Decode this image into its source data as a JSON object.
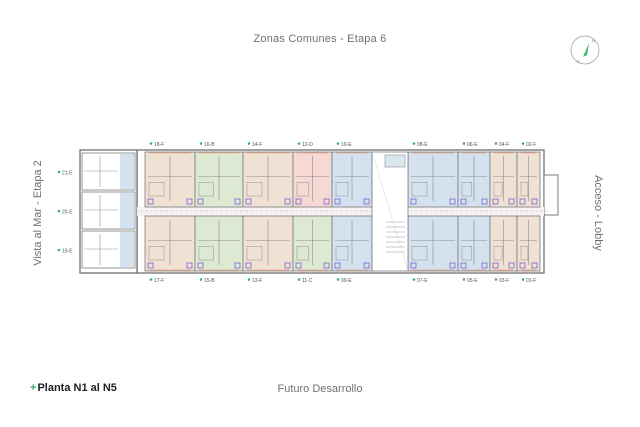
{
  "titles": {
    "top": "Zonas Comunes - Etapa 6",
    "bottom": "Futuro Desarrollo",
    "left": "Vista al Mar - Etapa 2",
    "right": "Acceso - Lobby"
  },
  "plan_label": {
    "prefix": "+",
    "text": "Planta N1 al N5"
  },
  "compass": {
    "north": "N",
    "south": "S"
  },
  "colors": {
    "accent": "#39b26a",
    "wall": "#7a7a7a",
    "beige": "#efe2d4",
    "green": "#dde9d2",
    "pink": "#f6d9d4",
    "blue": "#d3e2ee",
    "orange": "#f2a37e",
    "purple": "#7b5fd1"
  },
  "units": {
    "left": [
      "21-E",
      "20-E",
      "19-E"
    ],
    "top": [
      {
        "label": "18-F",
        "fill": "beige"
      },
      {
        "label": "16-B",
        "fill": "green"
      },
      {
        "label": "14-F",
        "fill": "beige"
      },
      {
        "label": "12-D",
        "fill": "pink"
      },
      {
        "label": "10-E",
        "fill": "blue"
      },
      {
        "label": "08-E",
        "fill": "blue"
      },
      {
        "label": "06-E",
        "fill": "blue"
      },
      {
        "label": "04-F",
        "fill": "beige"
      },
      {
        "label": "02-F",
        "fill": "beige"
      }
    ],
    "bottom": [
      {
        "label": "17-F",
        "fill": "beige"
      },
      {
        "label": "15-B",
        "fill": "green"
      },
      {
        "label": "13-F",
        "fill": "beige"
      },
      {
        "label": "11-C",
        "fill": "green"
      },
      {
        "label": "09-E",
        "fill": "blue"
      },
      {
        "label": "07-E",
        "fill": "blue"
      },
      {
        "label": "05-E",
        "fill": "blue"
      },
      {
        "label": "03-F",
        "fill": "beige"
      },
      {
        "label": "01-F",
        "fill": "beige"
      }
    ]
  }
}
